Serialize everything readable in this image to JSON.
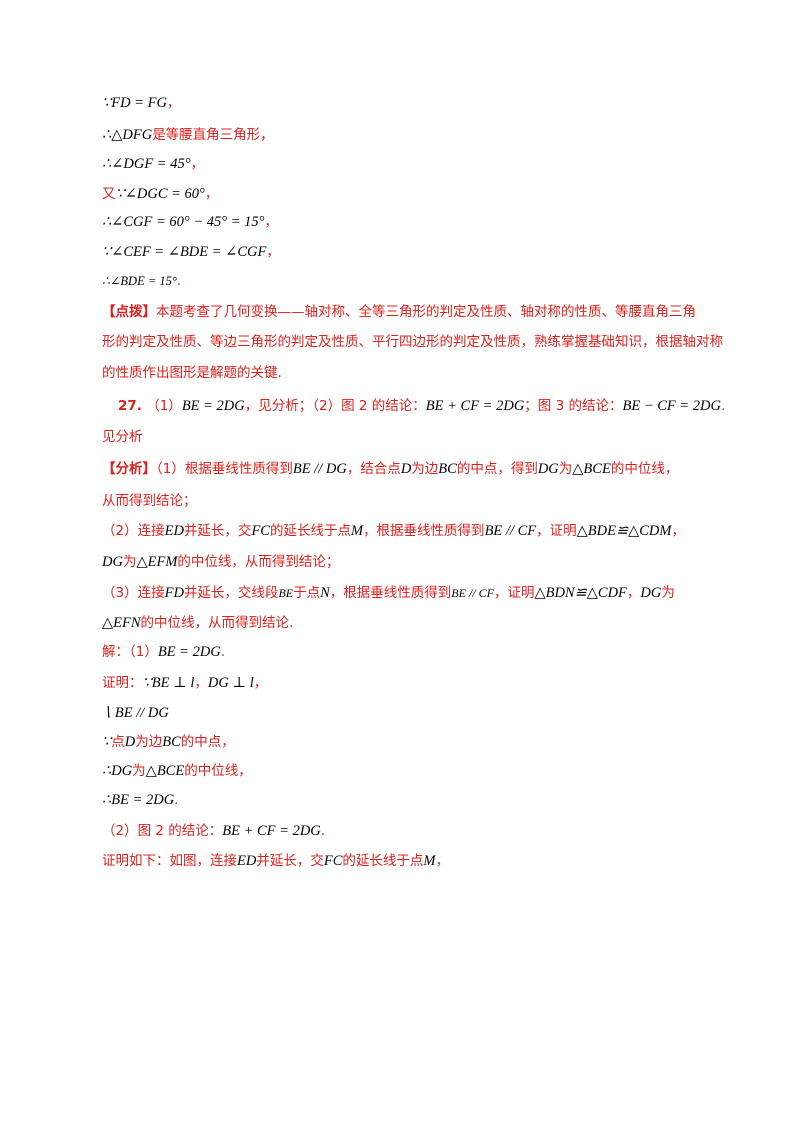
{
  "lines": {
    "l1": {
      "math": "∵FD = FG",
      "text": "，"
    },
    "l2": {
      "math": "∴△DFG",
      "text": "是等腰直角三角形，"
    },
    "l3": {
      "math": "∴∠DGF = 45°",
      "text": "，"
    },
    "l4": {
      "pre": "又",
      "math": "∵∠DGC = 60°",
      "text": "，"
    },
    "l5": {
      "math": "∴∠CGF = 60° − 45° = 15°",
      "text": "，"
    },
    "l6": {
      "math": "∵∠CEF = ∠BDE = ∠CGF",
      "text": "，"
    },
    "l7": {
      "math": "∴∠BDE = 15°",
      "text": "."
    }
  },
  "tip": {
    "label": "【点拨】",
    "line1": "本题考查了几何变换——轴对称、全等三角形的判定及性质、轴对称的性质、等腰直角三角",
    "line2": "形的判定及性质、等边三角形的判定及性质、平行四边形的判定及性质，熟练掌握基础知识，根据轴对称",
    "line3": "的性质作出图形是解题的关键."
  },
  "q27": {
    "num": "27.",
    "p1": "（1）",
    "m1": "BE = 2DG",
    "t1": "，见分析；（2）图 2 的结论：",
    "m2": "BE + CF = 2DG",
    "t2": "；图 3 的结论：",
    "m3": "BE − CF = 2DG",
    "t3": ".",
    "line2": "见分析"
  },
  "analysis": {
    "label": "【分析】",
    "a1_1": "（1）根据垂线性质得到",
    "a1_m1": "BE // DG",
    "a1_2": "，结合点",
    "a1_m2": "D",
    "a1_3": "为边",
    "a1_m3": "BC",
    "a1_4": "的中点，得到",
    "a1_m4": "DG",
    "a1_5": "为",
    "a1_m5": "△BCE",
    "a1_6": "的中位线，",
    "a1_line2": "从而得到结论；",
    "a2_1": "（2）连接",
    "a2_m1": "ED",
    "a2_2": "并延长，交",
    "a2_m2": "FC",
    "a2_3": "的延长线于点",
    "a2_m3": "M",
    "a2_4": "，根据垂线性质得到",
    "a2_m4": "BE // CF",
    "a2_5": "，证明",
    "a2_m5": "△BDE≌△CDM",
    "a2_6": "，",
    "a2_l2_m1": "DG",
    "a2_l2_1": "为",
    "a2_l2_m2": "△EFM",
    "a2_l2_2": "的中位线，从而得到结论；",
    "a3_1": "（3）连接",
    "a3_m1": "FD",
    "a3_2": "并延长，交线段",
    "a3_m2": "BE",
    "a3_3": "于点",
    "a3_m3": "N",
    "a3_4": "，根据垂线性质得到",
    "a3_m4": "BE // CF",
    "a3_5": "，证明",
    "a3_m5": "△BDN≌△CDF",
    "a3_6": "，",
    "a3_m6": "DG",
    "a3_7": "为",
    "a3_l2_m1": "△EFN",
    "a3_l2_1": "的中位线，从而得到结论."
  },
  "solution": {
    "s1_1": "解：（1）",
    "s1_m": "BE = 2DG",
    "s1_2": ".",
    "s2_1": "证明：",
    "s2_m1": "∵BE ⊥ l",
    "s2_2": "，",
    "s2_m2": "DG ⊥ l",
    "s2_3": "，",
    "s3_m": "∖ BE // DG",
    "s4_m1": "∵",
    "s4_1": "点",
    "s4_m2": "D",
    "s4_2": "为边",
    "s4_m3": "BC",
    "s4_3": "的中点，",
    "s5_m1": "∴DG",
    "s5_1": "为",
    "s5_m2": "△BCE",
    "s5_2": "的中位线，",
    "s6_m": "∴BE = 2DG",
    "s6_1": ".",
    "s7_1": "（2）图 2 的结论：",
    "s7_m": "BE + CF = 2DG",
    "s7_2": ".",
    "s8_1": "证明如下：如图，连接",
    "s8_m1": "ED",
    "s8_2": "并延长，交",
    "s8_m2": "FC",
    "s8_3": "的延长线于点",
    "s8_m3": "M",
    "s8_4": "，"
  }
}
